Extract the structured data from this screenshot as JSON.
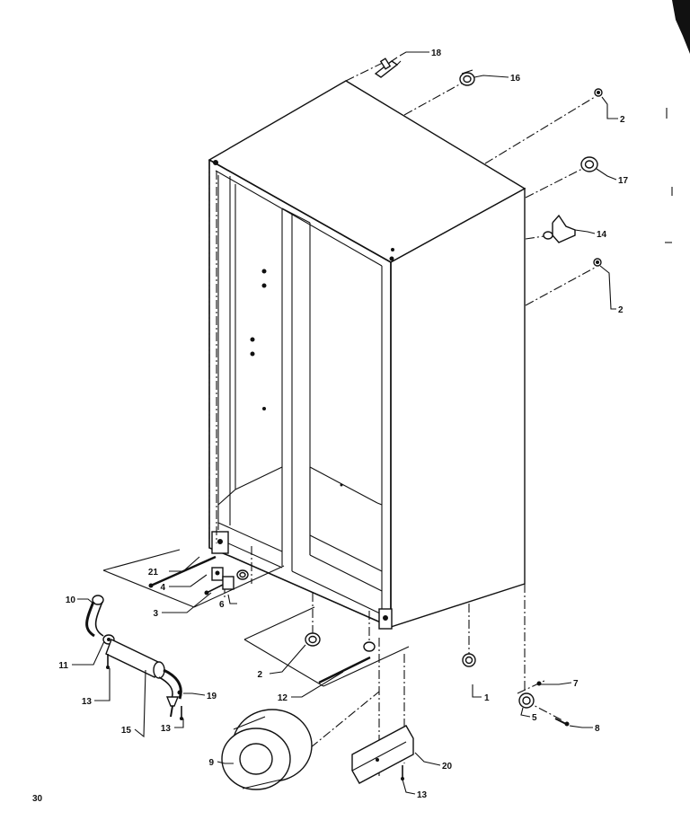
{
  "page_number": "30",
  "callouts": {
    "c1": "1",
    "c2a": "2",
    "c2b": "2",
    "c2c": "2",
    "c3": "3",
    "c4": "4",
    "c5": "5",
    "c6": "6",
    "c7": "7",
    "c8": "8",
    "c9": "9",
    "c10": "10",
    "c11": "11",
    "c12": "12",
    "c13a": "13",
    "c13b": "13",
    "c13c": "13",
    "c14": "14",
    "c15": "15",
    "c16": "16",
    "c17": "17",
    "c18": "18",
    "c19": "19",
    "c20": "20",
    "c21": "21"
  }
}
